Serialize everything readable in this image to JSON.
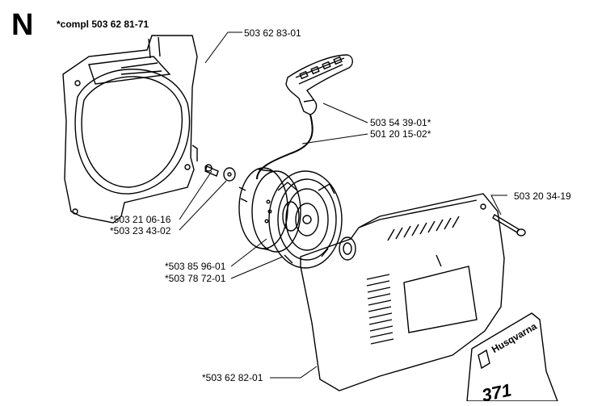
{
  "section": "N",
  "kit": "*compl 503 62 81-71",
  "parts": {
    "p1": "503 62 83-01",
    "p2": "503 54 39-01*",
    "p3": "501 20 15-02*",
    "p4": "503 20 34-19",
    "p5": "*503 21 06-16",
    "p6": "*503 23 43-02",
    "p7": "*503 85 96-01",
    "p8": "*503 78 72-01",
    "p9": "*503 62 82-01"
  },
  "decal": {
    "brand": "Husqvarna",
    "model": "371"
  }
}
